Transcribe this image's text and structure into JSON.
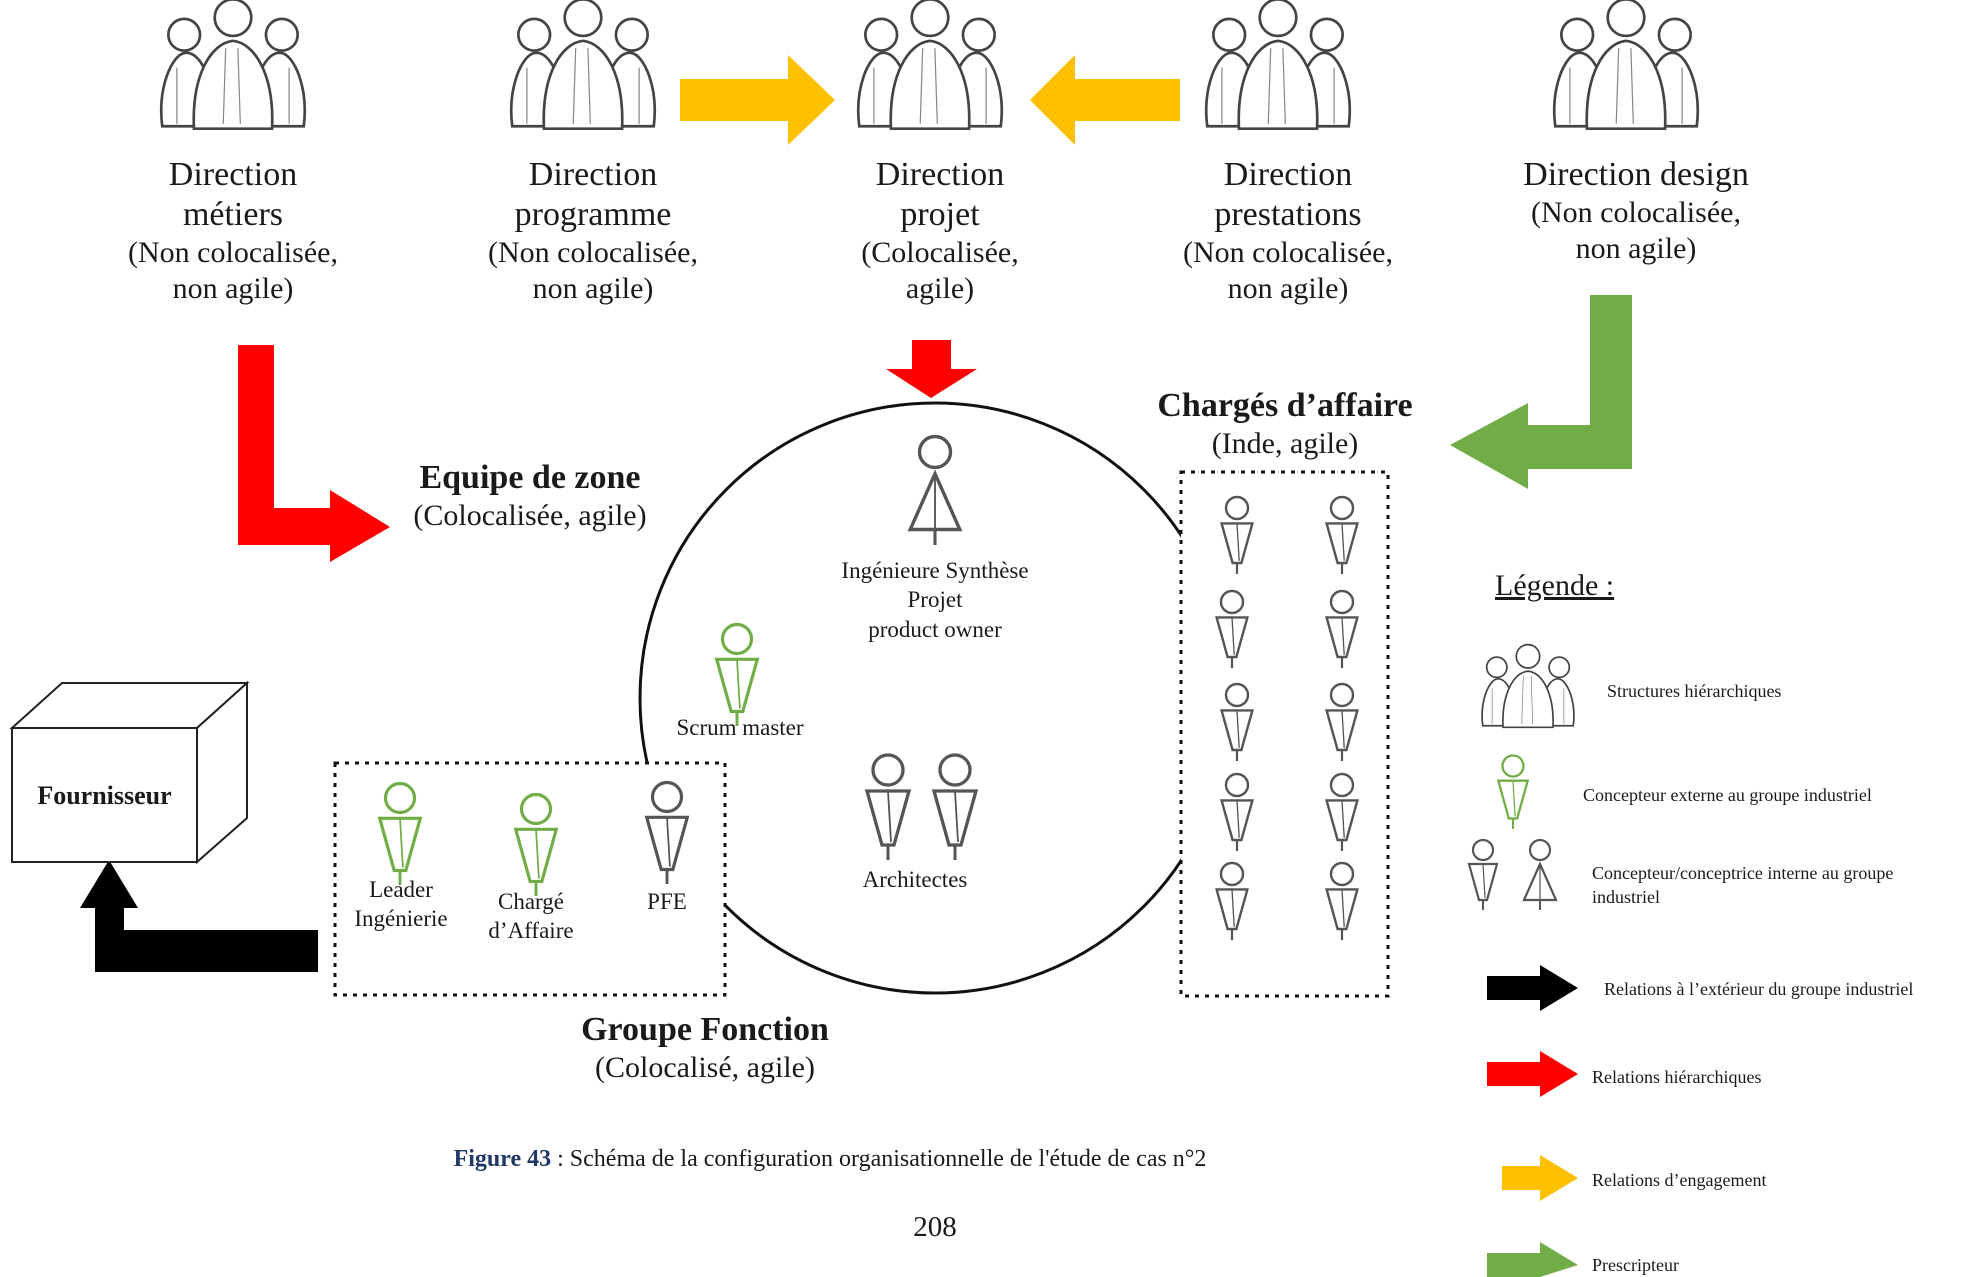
{
  "directions": [
    {
      "id": "metiers",
      "name": [
        "Direction",
        "métiers"
      ],
      "sub": [
        "(Non colocalisée,",
        "non agile)"
      ]
    },
    {
      "id": "programme",
      "name": [
        "Direction",
        "programme"
      ],
      "sub": [
        "(Non colocalisée,",
        "non agile)"
      ]
    },
    {
      "id": "projet",
      "name": [
        "Direction",
        "projet"
      ],
      "sub": [
        "(Colocalisée,",
        "agile)"
      ]
    },
    {
      "id": "prestations",
      "name": [
        "Direction",
        "prestations"
      ],
      "sub": [
        "(Non colocalisée,",
        "non agile)"
      ]
    },
    {
      "id": "design",
      "name": [
        "Direction design"
      ],
      "sub": [
        "(Non colocalisée,",
        "non agile)"
      ]
    }
  ],
  "groups": {
    "equipe_zone": {
      "title": "Equipe de zone",
      "sub": "(Colocalisée, agile)"
    },
    "charges": {
      "title": "Chargés d’affaire",
      "sub": "(Inde, agile)"
    },
    "groupe_fonction": {
      "title": "Groupe Fonction",
      "sub": "(Colocalisé, agile)"
    }
  },
  "roles": {
    "isp": [
      "Ingénieure Synthèse",
      "Projet",
      "product owner"
    ],
    "scrum": "Scrum master",
    "architectes": "Architectes",
    "leader": [
      "Leader",
      "Ingénierie"
    ],
    "charge": [
      "Chargé",
      "d’Affaire"
    ],
    "pfe": "PFE"
  },
  "fournisseur": "Fournisseur",
  "legend": {
    "title": "Légende :",
    "items": [
      {
        "symbol": "group-icon",
        "label": "Structures hiérarchiques"
      },
      {
        "symbol": "green-person-icon",
        "label": "Concepteur externe au groupe industriel"
      },
      {
        "symbol": "person-icon",
        "label": "Concepteur/conceptrice interne au groupe industriel"
      },
      {
        "symbol": "black-arrow",
        "label": "Relations à l’extérieur du groupe industriel"
      },
      {
        "symbol": "red-arrow",
        "label": "Relations hiérarchiques"
      },
      {
        "symbol": "yellow-arrow",
        "label": "Relations d’engagement"
      },
      {
        "symbol": "green-arrow",
        "label": "Prescripteur"
      }
    ]
  },
  "caption": {
    "label": "Figure 43",
    "text": " : Schéma de la configuration organisationnelle de l'étude de cas n°2"
  },
  "page_number": "208",
  "colors": {
    "red": "#ff0000",
    "yellow": "#ffc000",
    "green": "#70ad47",
    "black": "#000000",
    "external": "#70ad47",
    "caption_blue": "#1f3864"
  }
}
